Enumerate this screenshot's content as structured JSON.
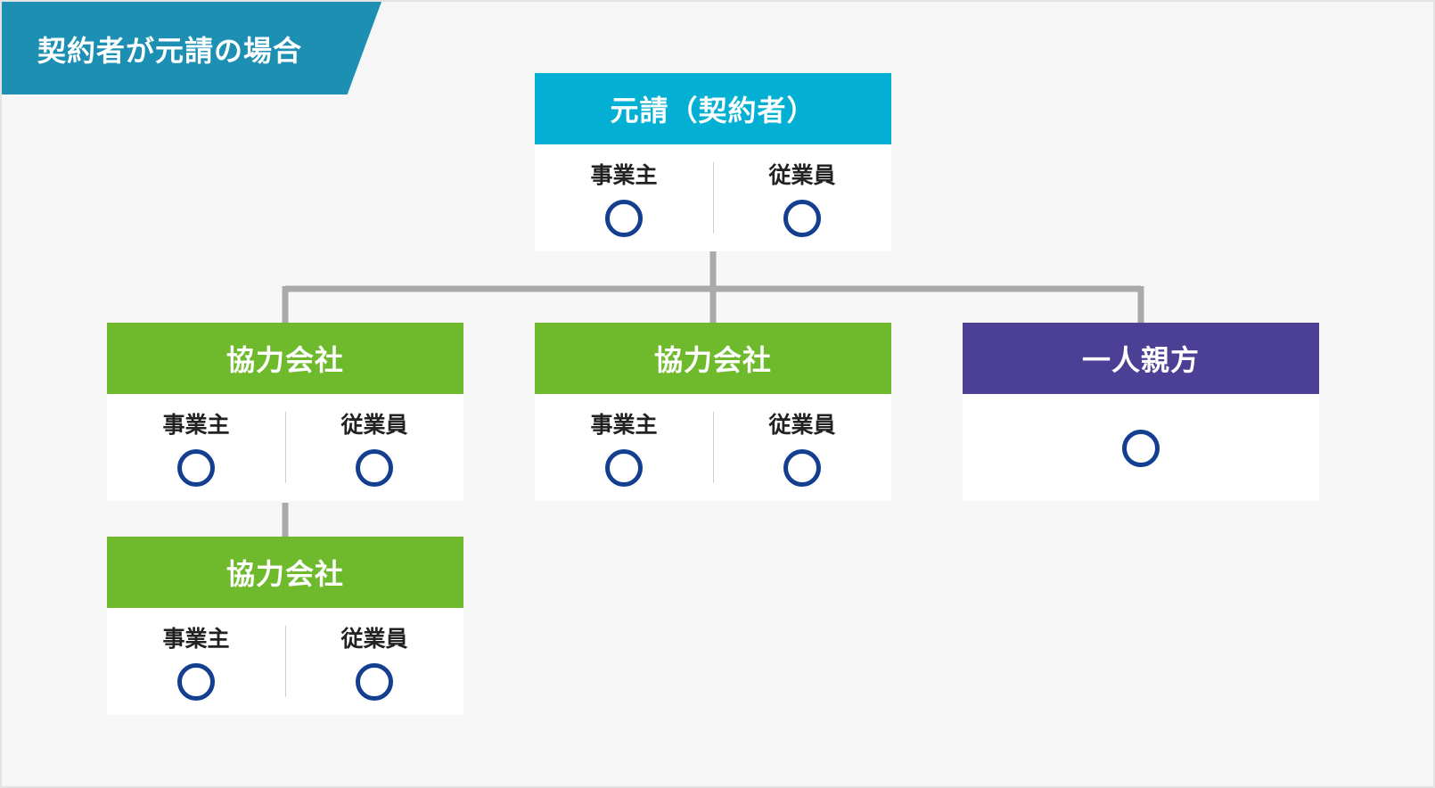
{
  "title": "契約者が元請の場合",
  "colors": {
    "prime": "#03afd2",
    "partner": "#6fba2c",
    "sole": "#4b3f96",
    "mark": "#143f91",
    "connector": "#aaaaaa"
  },
  "nodes": {
    "prime": {
      "title": "元請（契約者）",
      "left": {
        "label": "事業主",
        "mark": "◯"
      },
      "right": {
        "label": "従業員",
        "mark": "◯"
      }
    },
    "partner_a": {
      "title": "協力会社",
      "left": {
        "label": "事業主",
        "mark": "◯"
      },
      "right": {
        "label": "従業員",
        "mark": "◯"
      }
    },
    "partner_b": {
      "title": "協力会社",
      "left": {
        "label": "事業主",
        "mark": "◯"
      },
      "right": {
        "label": "従業員",
        "mark": "◯"
      }
    },
    "sole": {
      "title": "一人親方",
      "mark": "◯"
    },
    "partner_c": {
      "title": "協力会社",
      "left": {
        "label": "事業主",
        "mark": "◯"
      },
      "right": {
        "label": "従業員",
        "mark": "◯"
      }
    }
  },
  "edges": [
    {
      "from": "prime",
      "to": "partner_a"
    },
    {
      "from": "prime",
      "to": "partner_b"
    },
    {
      "from": "prime",
      "to": "sole"
    },
    {
      "from": "partner_a",
      "to": "partner_c"
    }
  ]
}
